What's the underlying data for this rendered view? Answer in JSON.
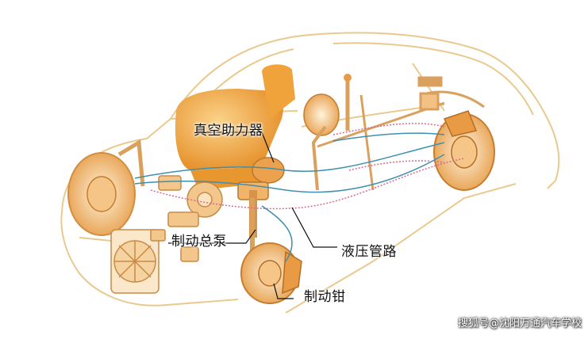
{
  "labels": {
    "vacuum_booster": "真空助力器",
    "master_cylinder": "制动总泵",
    "hydraulic_lines": "液压管路",
    "brake_caliper": "制动钳"
  },
  "watermark": "搜狐号@沈阳万通汽车学校",
  "colors": {
    "car_outline": "#e9c98e",
    "seat_orange": "#f2a640",
    "component_orange": "#eba24a",
    "brake_line_blue": "#3e8fb0",
    "brake_line_pink": "#d76b8e",
    "leader_line": "#111111"
  }
}
